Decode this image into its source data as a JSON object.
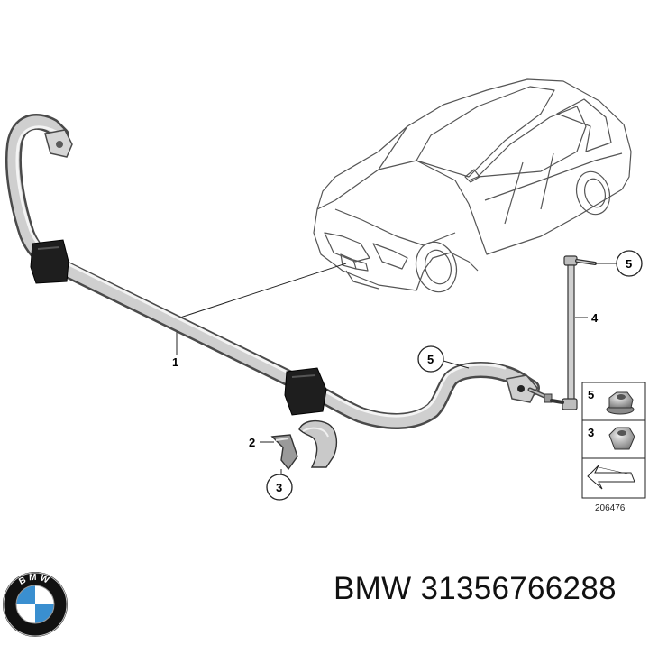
{
  "diagram": {
    "callouts": [
      {
        "id": "part-1",
        "label": "1"
      },
      {
        "id": "part-2",
        "label": "2"
      },
      {
        "id": "part-3",
        "label": "3"
      },
      {
        "id": "part-4",
        "label": "4"
      },
      {
        "id": "part-5-top",
        "label": "5"
      },
      {
        "id": "part-5-mid",
        "label": "5"
      }
    ],
    "legend": {
      "item_a": "5",
      "item_b": "3",
      "ref_number": "206476"
    }
  },
  "brand": {
    "logo_letters": "BMW",
    "name": "BMW",
    "part_number": "31356766288"
  },
  "colors": {
    "line": "#333333",
    "metal_light": "#e2e2e2",
    "metal_dark": "#6f6f6f",
    "bushing": "#1e1e1e",
    "logo_blue": "#3a8fd0",
    "logo_ring": "#111111"
  }
}
